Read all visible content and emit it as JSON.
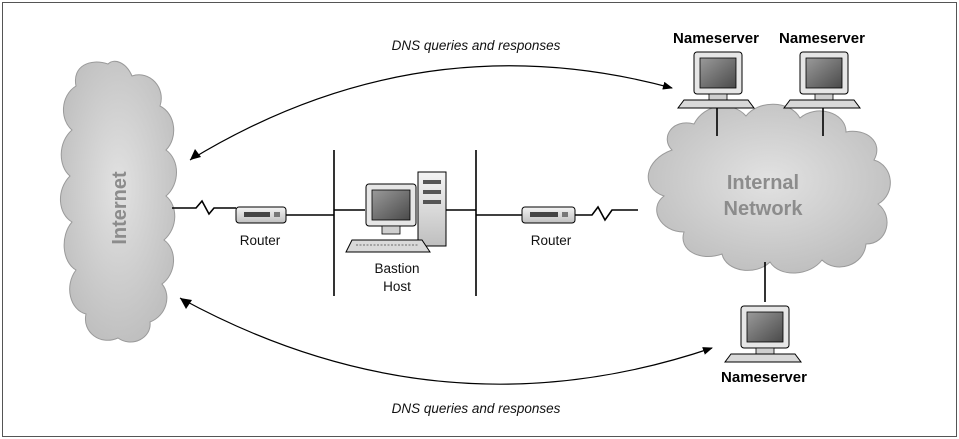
{
  "diagram": {
    "top_flow_label": "DNS queries and responses",
    "bottom_flow_label": "DNS queries and responses",
    "internet_label": "Internet",
    "internal_network_label_line1": "Internal",
    "internal_network_label_line2": "Network",
    "router_left_label": "Router",
    "router_right_label": "Router",
    "bastion_label_line1": "Bastion",
    "bastion_label_line2": "Host",
    "nameserver_1_label": "Nameserver",
    "nameserver_2_label": "Nameserver",
    "nameserver_3_label": "Nameserver"
  }
}
